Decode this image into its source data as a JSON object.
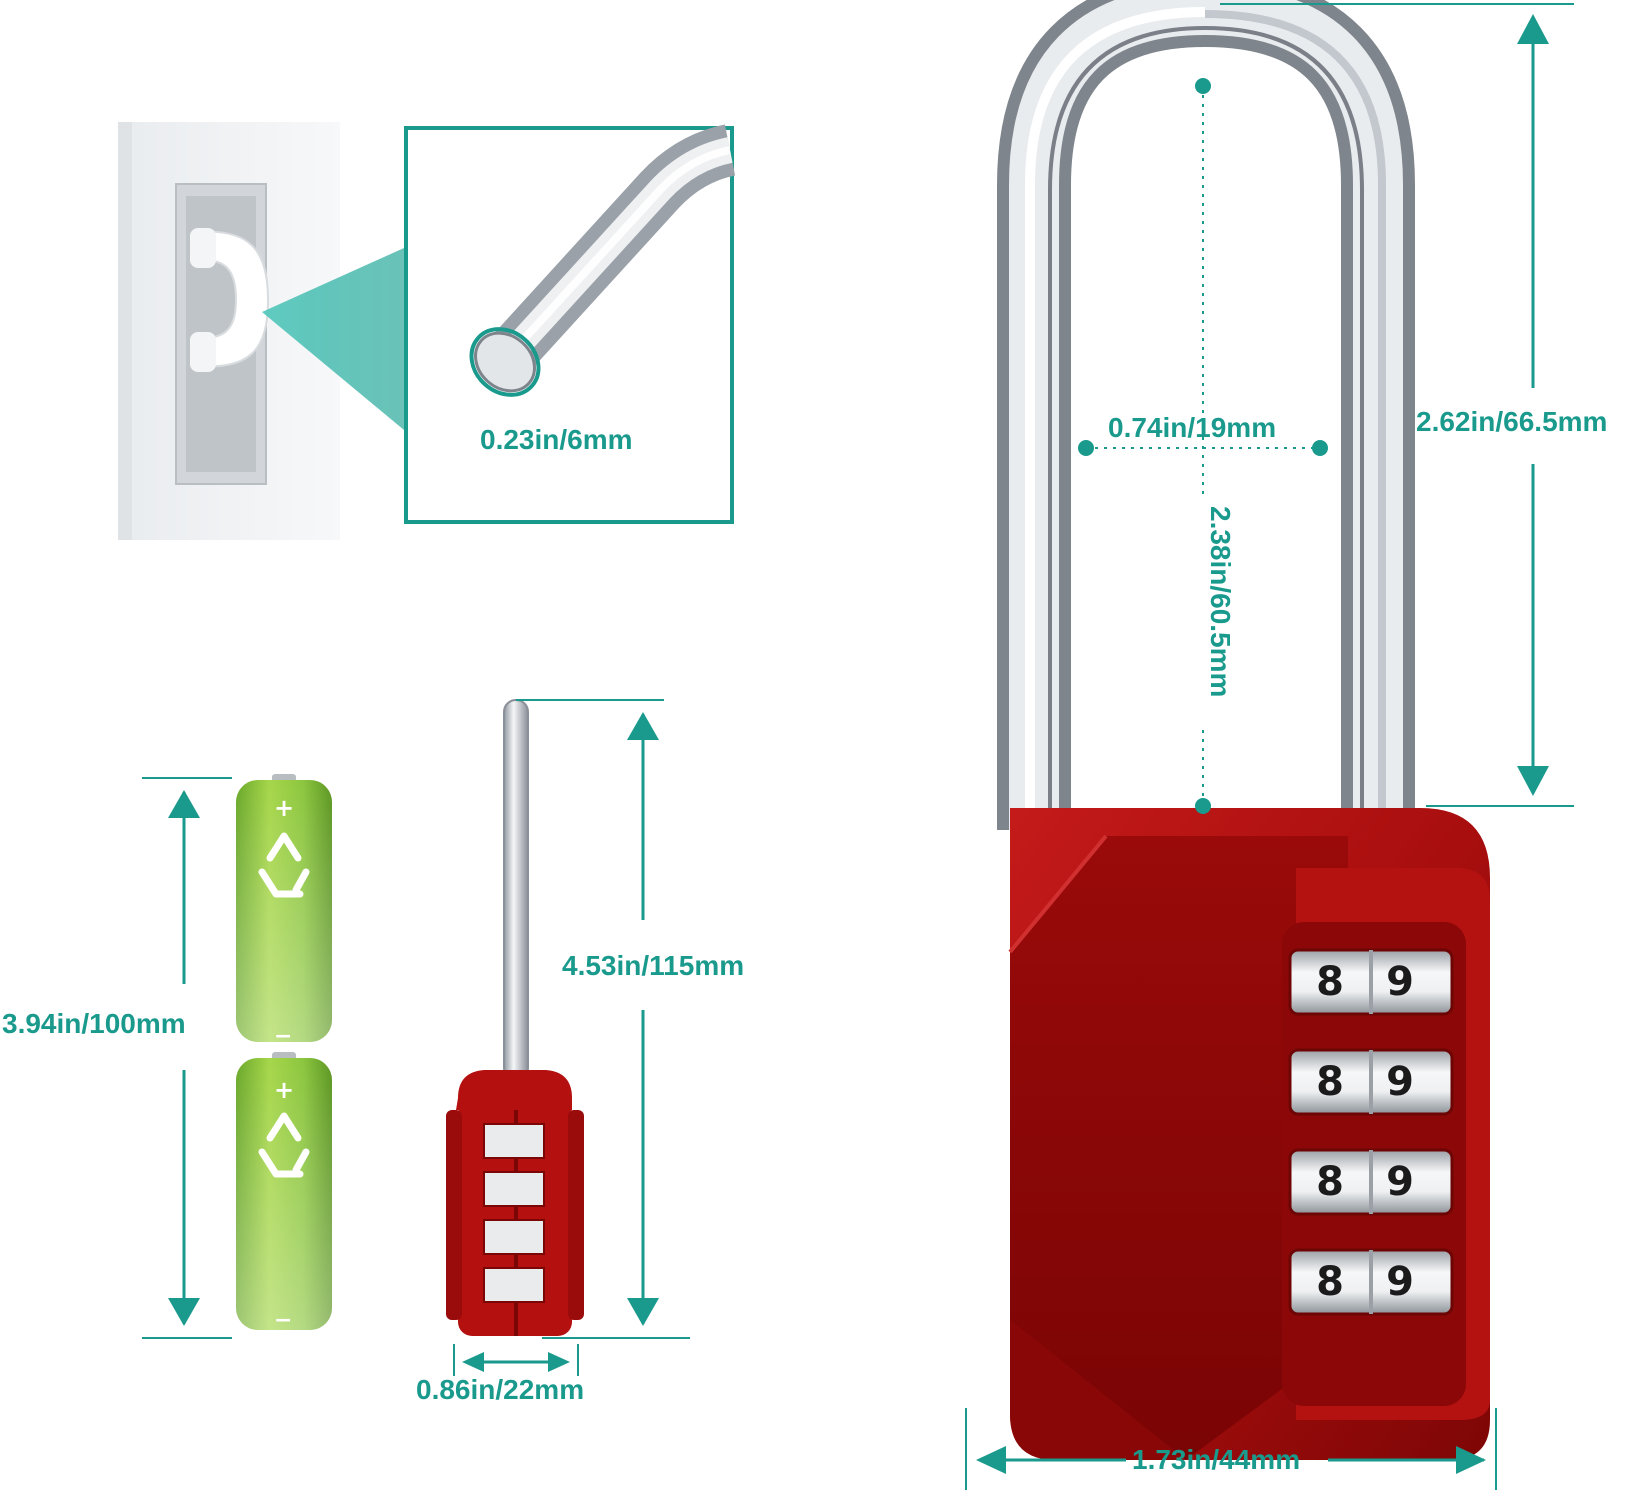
{
  "dimensions": {
    "shackle_diameter": "0.23in/6mm",
    "shackle_inner_width": "0.74in/19mm",
    "shackle_inner_height": "2.38in/60.5mm",
    "shackle_total_height": "2.62in/66.5mm",
    "body_width": "1.73in/44mm",
    "battery_pair_height": "3.94in/100mm",
    "small_lock_height": "4.53in/115mm",
    "small_lock_width": "0.86in/22mm"
  },
  "dials": {
    "main": [
      [
        "8",
        "9"
      ],
      [
        "8",
        "9"
      ],
      [
        "8",
        "9"
      ],
      [
        "8",
        "9"
      ]
    ]
  },
  "battery": {
    "plus": "+",
    "minus": "−",
    "icon": "recycle-icon"
  },
  "colors": {
    "accent": "#1a9a8c",
    "lock_red": "#b51010",
    "battery_green": "#8cc63f",
    "chrome": "#c9cdd2"
  }
}
